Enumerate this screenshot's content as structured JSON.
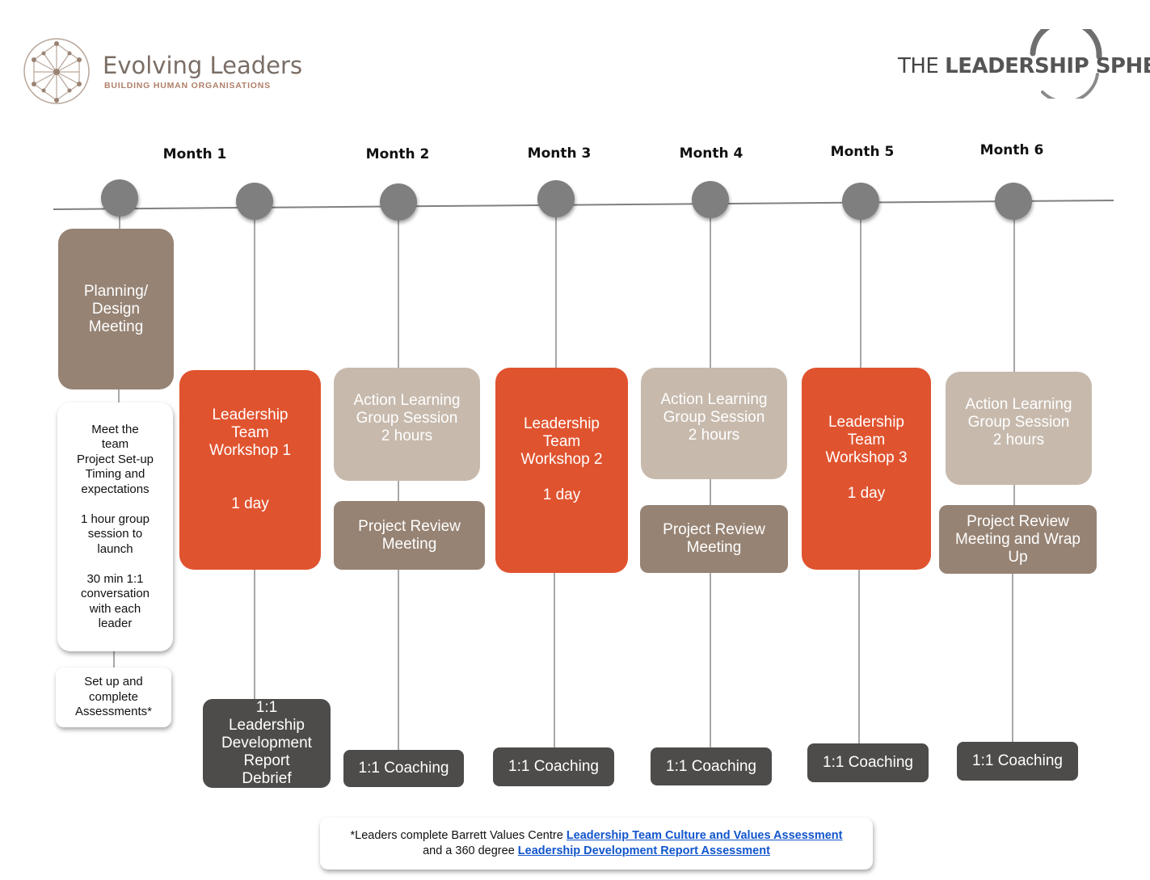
{
  "logos": {
    "left_name": "Evolving Leaders",
    "left_tagline": "BUILDING HUMAN ORGANISATIONS",
    "right_prefix": "THE ",
    "right_bold": "LEADERSHIP SPHERE"
  },
  "months": [
    "Month 1",
    "Month 2",
    "Month 3",
    "Month 4",
    "Month 5",
    "Month 6"
  ],
  "planning": "Planning/\nDesign\nMeeting",
  "meet_team": "Meet the\nteam\nProject Set-up\nTiming and\nexpectations\n\n1 hour group\nsession to\nlaunch\n\n30 min 1:1\nconversation\nwith each\nleader",
  "assessments": "Set up and\ncomplete\nAssessments*",
  "workshops": [
    "Leadership\nTeam\nWorkshop 1\n\n\n1 day",
    "Leadership\nTeam\nWorkshop 2\n\n1 day",
    "Leadership\nTeam\nWorkshop 3\n\n1 day"
  ],
  "action_learning": [
    "Action Learning\nGroup Session\n2 hours",
    "Action Learning\nGroup Session\n2 hours",
    "Action Learning\nGroup Session\n2 hours"
  ],
  "project_reviews": [
    "Project Review\nMeeting",
    "Project Review\nMeeting",
    "Project Review\nMeeting and Wrap\nUp"
  ],
  "debrief": "1:1\nLeadership\nDevelopment\nReport\nDebrief",
  "coaching": [
    "1:1 Coaching",
    "1:1 Coaching",
    "1:1 Coaching",
    "1:1 Coaching",
    "1:1 Coaching"
  ],
  "footer": {
    "line1_prefix": "*Leaders complete  Barrett Values Centre ",
    "line1_link": "Leadership Team Culture and Values Assessment",
    "line2_prefix": "and a 360 degree ",
    "line2_link": "Leadership Development Report Assessment"
  },
  "colors": {
    "brown": "#968374",
    "orange": "#e0532f",
    "beige": "#c7baad",
    "dark": "#4d4c4a",
    "node": "#7f7f7f",
    "link": "#1155cc"
  }
}
